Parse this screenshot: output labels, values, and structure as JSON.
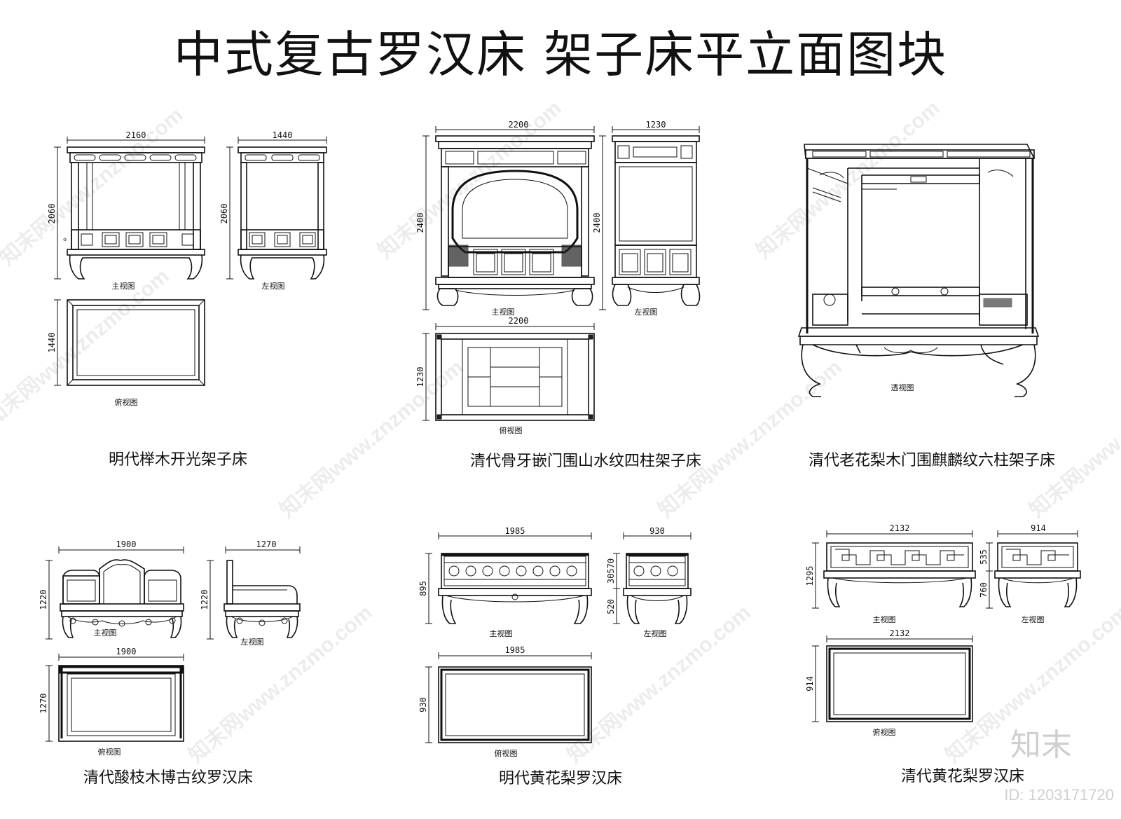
{
  "title": "中式复古罗汉床  架子床平立面图块",
  "beds": [
    {
      "name": "明代榉木开光架子床",
      "views": {
        "front": "主视图",
        "side": "左视图",
        "top": "俯视图"
      },
      "dims": {
        "front_width": "2160",
        "front_height": "2060",
        "side_width": "1440",
        "side_height": "2060",
        "top_depth": "1440"
      }
    },
    {
      "name": "清代骨牙嵌门围山水纹四柱架子床",
      "views": {
        "front": "主视图",
        "side": "左视图",
        "top": "俯视图"
      },
      "dims": {
        "front_width": "2200",
        "front_height": "2400",
        "side_width": "1230",
        "side_height": "2400",
        "top_width": "2200",
        "top_depth": "1230"
      }
    },
    {
      "name": "清代老花梨木门围麒麟纹六柱架子床",
      "views": {
        "perspective": "透视图"
      }
    },
    {
      "name": "清代酸枝木博古纹罗汉床",
      "views": {
        "front": "主视图",
        "side": "左视图",
        "top": "俯视图"
      },
      "dims": {
        "front_width": "1900",
        "front_height": "1220",
        "side_width": "1270",
        "side_height": "1220",
        "top_width": "1900",
        "top_depth": "1270"
      }
    },
    {
      "name": "明代黄花梨罗汉床",
      "views": {
        "front": "主视图",
        "side": "左视图",
        "top": "俯视图"
      },
      "dims": {
        "front_width": "1985",
        "front_height": "895",
        "side_width": "930",
        "side_upper": "30570",
        "side_lower": "520",
        "top_width": "1985",
        "top_depth": "930"
      }
    },
    {
      "name": "清代黄花梨罗汉床",
      "views": {
        "front": "主视图",
        "side": "左视图",
        "top": "俯视图"
      },
      "dims": {
        "front_width": "2132",
        "front_height": "1295",
        "side_width": "914",
        "side_upper": "535",
        "side_lower": "760",
        "top_width": "2132",
        "top_depth": "914"
      }
    }
  ],
  "watermark": {
    "text": "知末网www.znzmo.com"
  },
  "brand": {
    "logo_text": "知末",
    "id_text": "ID: 1203171720"
  }
}
